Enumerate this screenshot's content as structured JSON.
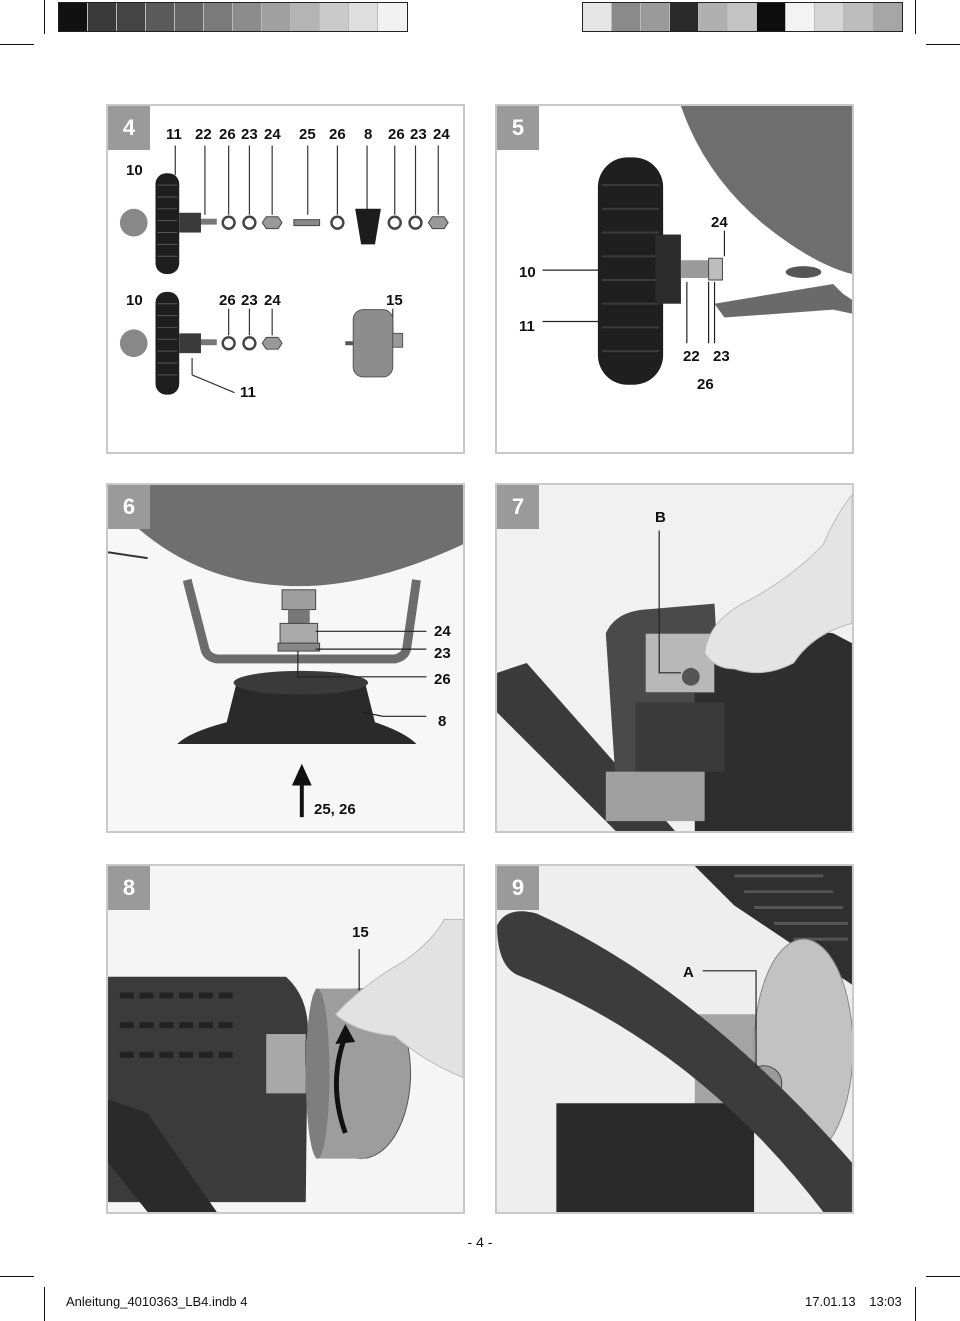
{
  "calibration": {
    "left": [
      "#111111",
      "#3a3a3a",
      "#444444",
      "#5a5a5a",
      "#666666",
      "#7a7a7a",
      "#8c8c8c",
      "#a0a0a0",
      "#b4b4b4",
      "#cacaca",
      "#dedede",
      "#f2f2f2"
    ],
    "right": [
      "#e6e6e6",
      "#8a8a8a",
      "#9a9a9a",
      "#2a2a2a",
      "#b0b0b0",
      "#c4c4c4",
      "#0d0d0d",
      "#f3f3f3",
      "#d6d6d6",
      "#bdbdbd",
      "#a6a6a6"
    ]
  },
  "colors": {
    "panel_number_bg": "#9a9a9a",
    "panel_border": "#c9c9c9"
  },
  "panels": {
    "p4": {
      "number": "4",
      "top_labels": [
        "11",
        "22",
        "26",
        "23",
        "24",
        "25",
        "26",
        "8",
        "26",
        "23",
        "24"
      ],
      "label_10a": "10",
      "label_10b": "10",
      "mid_labels": [
        "26",
        "23",
        "24"
      ],
      "label_15": "15",
      "label_11": "11"
    },
    "p5": {
      "number": "5",
      "label_24": "24",
      "label_10": "10",
      "label_11": "11",
      "label_22": "22",
      "label_23": "23",
      "label_26": "26"
    },
    "p6": {
      "number": "6",
      "label_24": "24",
      "label_23": "23",
      "label_26": "26",
      "label_8": "8",
      "label_2526": "25, 26"
    },
    "p7": {
      "number": "7",
      "label_b": "B"
    },
    "p8": {
      "number": "8",
      "label_15": "15"
    },
    "p9": {
      "number": "9",
      "label_a": "A"
    }
  },
  "page_number": "- 4 -",
  "footer": {
    "file": "Anleitung_4010363_LB4.indb   4",
    "date": "17.01.13",
    "time": "13:03"
  }
}
